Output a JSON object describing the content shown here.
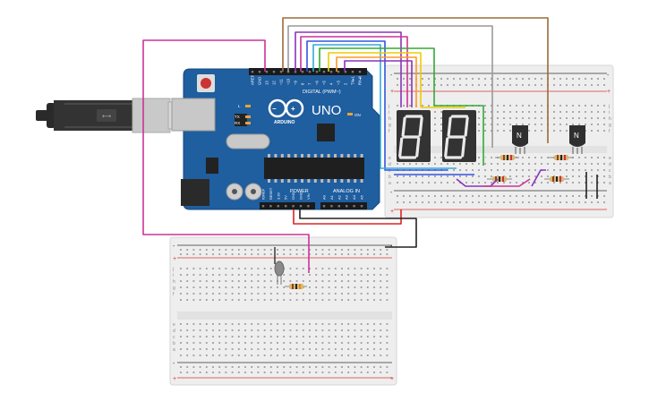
{
  "board": {
    "name": "UNO",
    "digital_label": "DIGITAL (PWM~)",
    "power_label": "POWER",
    "analog_label": "ANALOG IN",
    "on_label": "ON",
    "l_label": "L",
    "tx_label": "TX",
    "rx_label": "RX",
    "digital_pins": [
      "AREF",
      "GND",
      "13",
      "12",
      "~11",
      "~10",
      "~9",
      "8",
      "7",
      "~6",
      "~5",
      "4",
      "~3",
      "2",
      "TX▸1",
      "RX◂0"
    ],
    "power_pins": [
      "IOREF",
      "RESET",
      "3.3V",
      "5V",
      "GND",
      "GND",
      "VIN"
    ],
    "analog_pins": [
      "A0",
      "A1",
      "A2",
      "A3",
      "A4",
      "A5"
    ]
  },
  "transistors": [
    {
      "label": "N"
    },
    {
      "label": "N"
    }
  ],
  "breadboard_top": {
    "row_letters": [
      "j",
      "i",
      "h",
      "g",
      "f",
      "e",
      "d",
      "c",
      "b",
      "a"
    ],
    "rail_signs": [
      "-",
      "+"
    ]
  },
  "breadboard_bottom": {
    "row_letters": [
      "j",
      "i",
      "h",
      "g",
      "f",
      "e",
      "d",
      "c",
      "b",
      "a"
    ],
    "rail_signs": [
      "-",
      "+"
    ]
  },
  "colors": {
    "board": "#1f5e9f",
    "breadboard": "#eeeeee",
    "rail_red": "#d63a3a",
    "rail_dark": "#333333",
    "segment_display": "#333333",
    "wire_pink": "#cc3399",
    "wire_brown": "#9b6b3a",
    "wire_gray": "#999999",
    "wire_purple": "#8833bb",
    "wire_blue": "#3355dd",
    "wire_cyan": "#33aadd",
    "wire_green": "#33aa33",
    "wire_yellow": "#eecc00",
    "wire_orange": "#ff9922",
    "wire_red": "#dd2222",
    "wire_black": "#222222"
  }
}
